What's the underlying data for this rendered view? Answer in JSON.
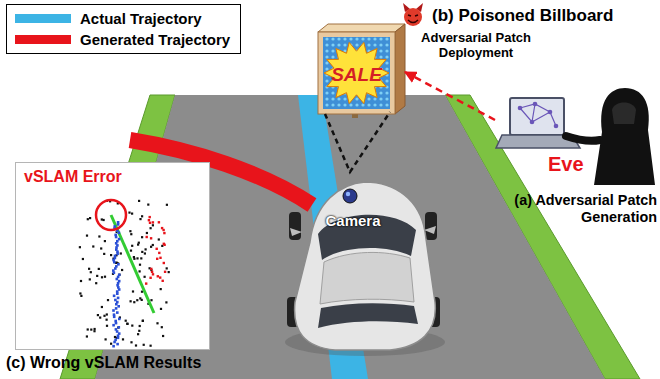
{
  "diagram": {
    "nodes": [
      {
        "text": [
          "SALE",
          "(b) Poisoned Billboard"
        ]
      },
      {
        "text": [
          "Eve",
          "(a) Adversarial Patch Generation"
        ]
      },
      {
        "text": [
          "Camera"
        ]
      },
      {
        "text": [
          "vSLAM Error",
          "(c) Wrong vSLAM Results"
        ]
      }
    ],
    "edges": [
      {
        "from": 1,
        "to": 0,
        "arrow": "to",
        "label": "Adversarial Patch Deployment"
      },
      {
        "from": 2,
        "to": 0,
        "arrow": "none"
      }
    ],
    "legend": [
      {
        "text": "Actual Trajectory",
        "color": "#3cb4e5"
      },
      {
        "text": "Generated Trajectory",
        "color": "#e8141b"
      }
    ]
  }
}
